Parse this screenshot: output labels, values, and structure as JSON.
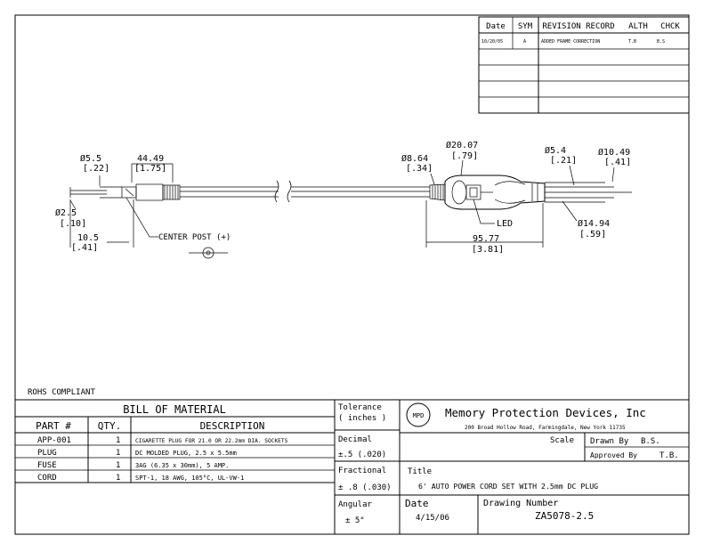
{
  "revision": {
    "headers": [
      "Date",
      "SYM",
      "REVISION RECORD",
      "ALTH",
      "CHCK"
    ],
    "rows": [
      [
        "10/20/05",
        "A",
        "ADDED FRAME CORRECTION",
        "T.B",
        "B.S"
      ]
    ]
  },
  "dims": {
    "d55": "Ø5.5",
    "d55b": "[.22]",
    "d4449": "44.49",
    "d4449b": "[1.75]",
    "d25": "Ø2.5",
    "d25b": "[.10]",
    "d105": "10.5",
    "d105b": "[.41]",
    "center_post": "CENTER POST (+)",
    "d864": "Ø8.64",
    "d864b": "[.34]",
    "d2007": "Ø20.07",
    "d2007b": "[.79]",
    "d54": "Ø5.4",
    "d54b": "[.21]",
    "d1049": "Ø10.49",
    "d1049b": "[.41]",
    "led": "LED",
    "d1494": "Ø14.94",
    "d1494b": "[.59]",
    "d9577": "95.77",
    "d9577b": "[3.81]"
  },
  "rohs": "ROHS COMPLIANT",
  "bom": {
    "title": "BILL OF MATERIAL",
    "headers": [
      "PART #",
      "QTY.",
      "DESCRIPTION"
    ],
    "rows": [
      [
        "APP-001",
        "1",
        "CIGARETTE PLUG FOR 21.0 OR 22.2mm DIA. SOCKETS"
      ],
      [
        "PLUG",
        "1",
        "DC MOLDED PLUG, 2.5 x 5.5mm"
      ],
      [
        "FUSE",
        "1",
        "3AG (6.35 x 30mm), 5 AMP."
      ],
      [
        "CORD",
        "1",
        "SPT-1, 18 AWG, 105°C, UL-VW-1"
      ]
    ]
  },
  "tolerance": {
    "title": "Tolerance",
    "units": "( inches )",
    "decimal_label": "Decimal",
    "decimal_value": "±.5 (.020)",
    "fractional_label": "Fractional",
    "fractional_value": "± .8 (.030)",
    "angular_label": "Angular",
    "angular_value": "± 5°"
  },
  "company": {
    "logo": "MPD",
    "name": "Memory Protection Devices, Inc",
    "address": "200 Broad Hollow Road, Farmingdale, New York 11735"
  },
  "title_block": {
    "scale_label": "Scale",
    "drawn_by_label": "Drawn By",
    "drawn_by": "B.S.",
    "approved_by_label": "Approved By",
    "approved_by": "T.B.",
    "title_label": "Title",
    "title": "6' AUTO POWER CORD SET WITH 2.5mm DC PLUG",
    "date_label": "Date",
    "date": "4/15/06",
    "drawing_number_label": "Drawing Number",
    "drawing_number": "ZA5078-2.5"
  }
}
